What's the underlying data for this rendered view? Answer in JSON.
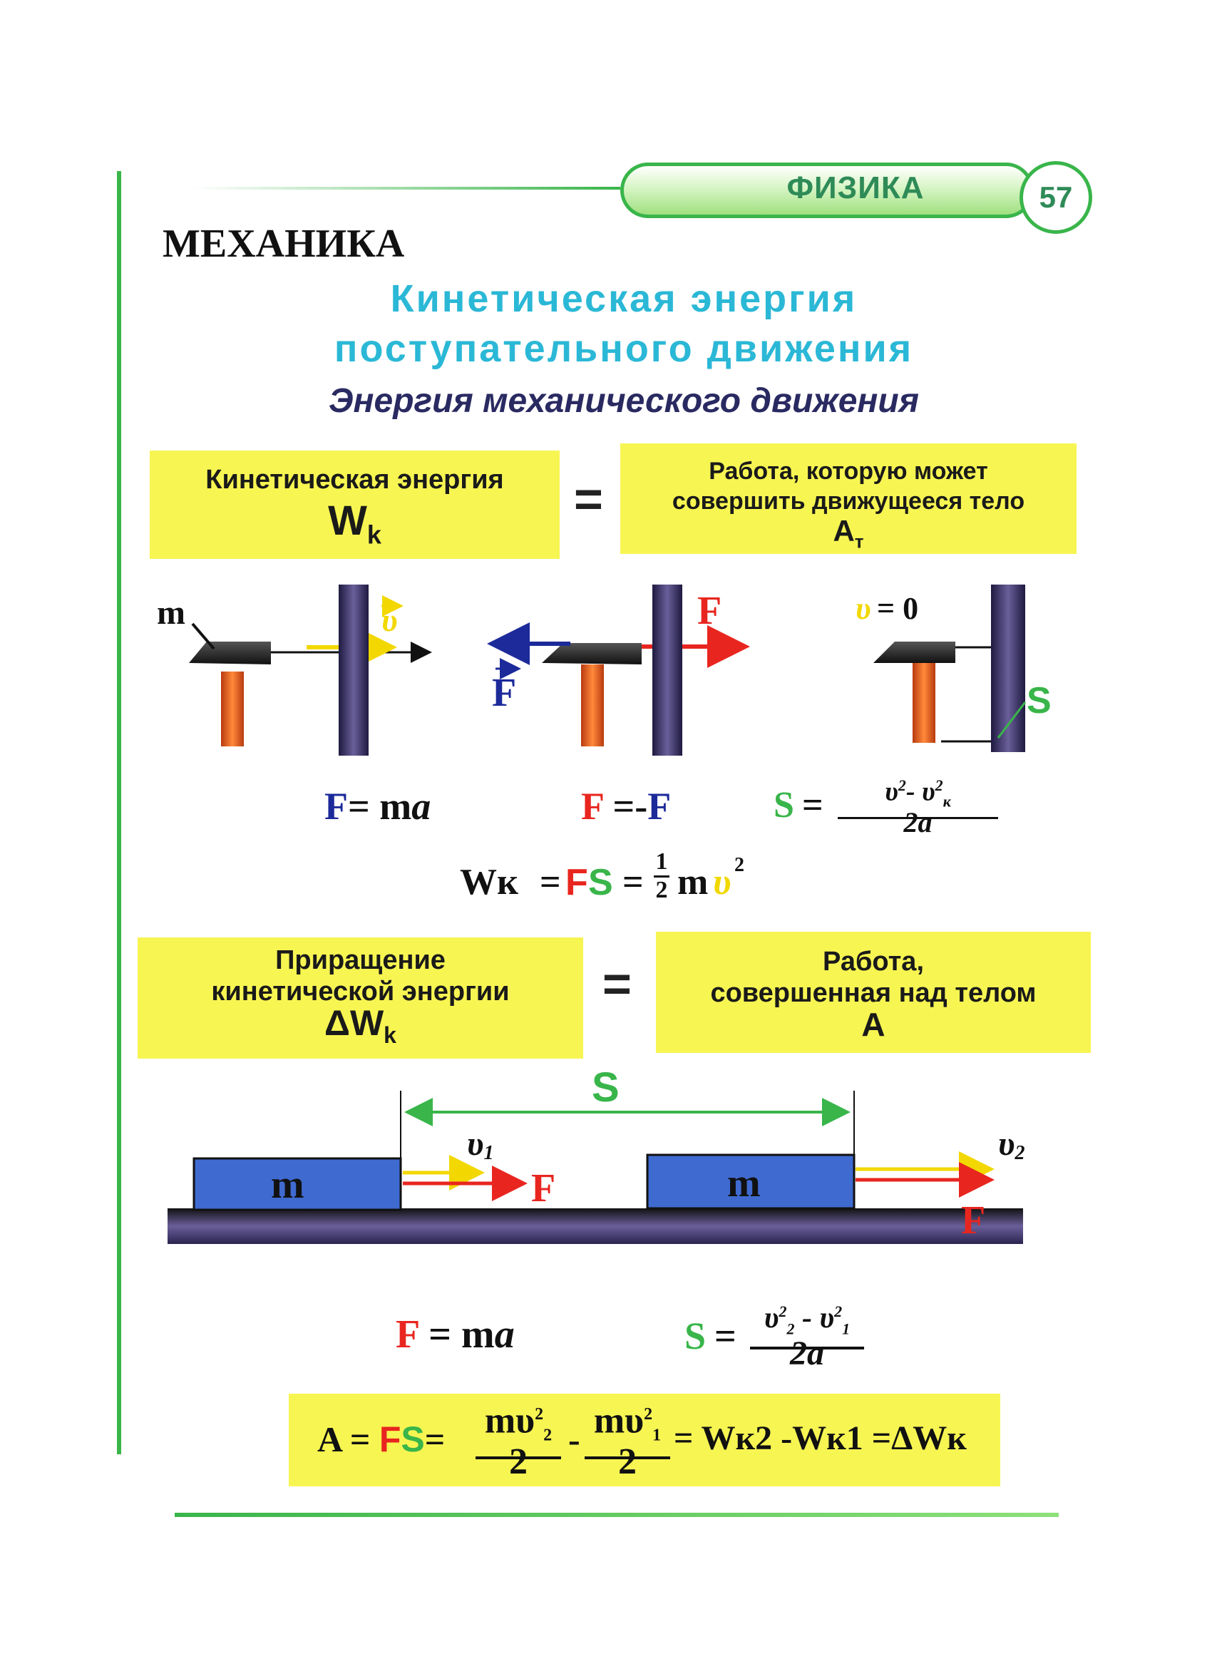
{
  "header": {
    "subject": "ФИЗИКА",
    "page_number": "57"
  },
  "section_title": "МЕХАНИКА",
  "topic": {
    "line1": "Кинетическая энергия",
    "line2": "поступательного движения"
  },
  "subtopic": "Энергия механического движения",
  "box_ke": {
    "label": "Кинетическая энергия",
    "symbol": "W",
    "symbol_sub": "k"
  },
  "box_work": {
    "line1": "Работа, которую может",
    "line2": "совершить движущееся тело",
    "symbol": "A",
    "symbol_sub": "т"
  },
  "equals": "=",
  "figure1": {
    "mass_label": "m",
    "velocity_label": "υ",
    "force_right_label": "F",
    "force_left_label": "F",
    "velocity_zero_label": "υ",
    "velocity_zero_eq": "= 0",
    "distance_label": "S"
  },
  "formulas_row1": {
    "f1_F": "F",
    "f1_eq": "= m",
    "f1_a": "a",
    "f2_F1": "F",
    "f2_eq": " =-",
    "f2_F2": "F",
    "f3_S": "S",
    "f3_eq": "=",
    "f3_num_v": "υ",
    "f3_num_sup": "2",
    "f3_num_minus": "- υ",
    "f3_num_sub": "к",
    "f3_num_sup2": "2",
    "f3_den": "2a"
  },
  "formula_wk": {
    "W": "Wк",
    "eq1": "=",
    "F": "F",
    "S": "S",
    "eq2": "=",
    "half_num": "1",
    "half_den": "2",
    "m": "m",
    "v": "υ",
    "sup": "2"
  },
  "box_dke": {
    "line1": "Приращение",
    "line2": "кинетической энергии",
    "symbol": "ΔW",
    "symbol_sub": "k"
  },
  "box_work2": {
    "line1": "Работа,",
    "line2": "совершенная над телом",
    "symbol": "A"
  },
  "figure2": {
    "distance_label": "S",
    "mass1": "m",
    "mass2": "m",
    "v1": "υ",
    "v1_sub": "1",
    "v2": "υ",
    "v2_sub": "2",
    "F1": "F",
    "F2": "F"
  },
  "formulas_row2": {
    "f1_F": "F",
    "f1_eq": " = m",
    "f1_a": "a",
    "f2_S": "S",
    "f2_eq": "=",
    "f2_num": "υ²₂ - υ²₁",
    "f2_num_a": "υ",
    "f2_num_a_sup": "2",
    "f2_num_a_sub": "2",
    "f2_num_minus": " - υ",
    "f2_num_b_sup": "2",
    "f2_num_b_sub": "1",
    "f2_den": "2a"
  },
  "final_formula": {
    "A": "A = ",
    "F": "F",
    "S": "S",
    "eq1": "=",
    "frac1_num": "mυ",
    "frac1_sup": "2",
    "frac1_sub": "2",
    "frac1_den": "2",
    "minus": "-",
    "frac2_num": "mυ",
    "frac2_sup": "2",
    "frac2_sub": "1",
    "frac2_den": "2",
    "tail": "= Wк2 -Wк1 =ΔWк"
  },
  "colors": {
    "green": "#39b54a",
    "red": "#e8261f",
    "blue": "#1c2a9a",
    "yellow": "#f7f552",
    "cyan": "#2bb8d6",
    "block_blue": "#3f6ad0"
  }
}
